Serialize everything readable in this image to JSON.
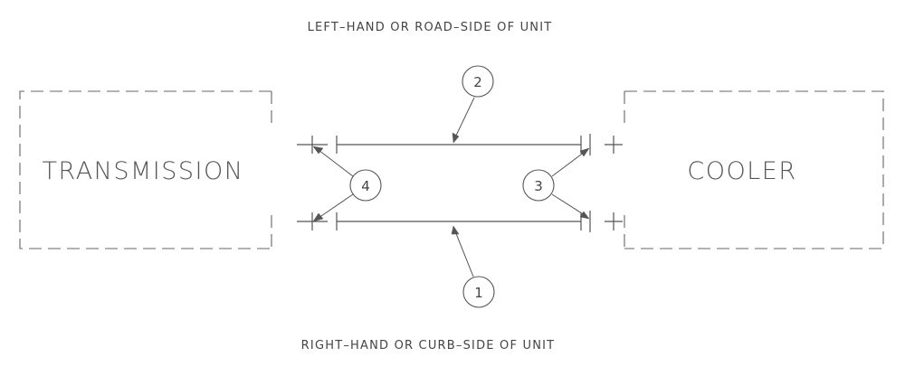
{
  "captions": {
    "top": "LEFT–HAND OR ROAD–SIDE OF UNIT",
    "bottom": "RIGHT–HAND OR CURB–SIDE OF UNIT"
  },
  "components": {
    "left": "TRANSMISSION",
    "right": "COOLER"
  },
  "callouts": {
    "c1": "1",
    "c2": "2",
    "c3": "3",
    "c4": "4"
  }
}
